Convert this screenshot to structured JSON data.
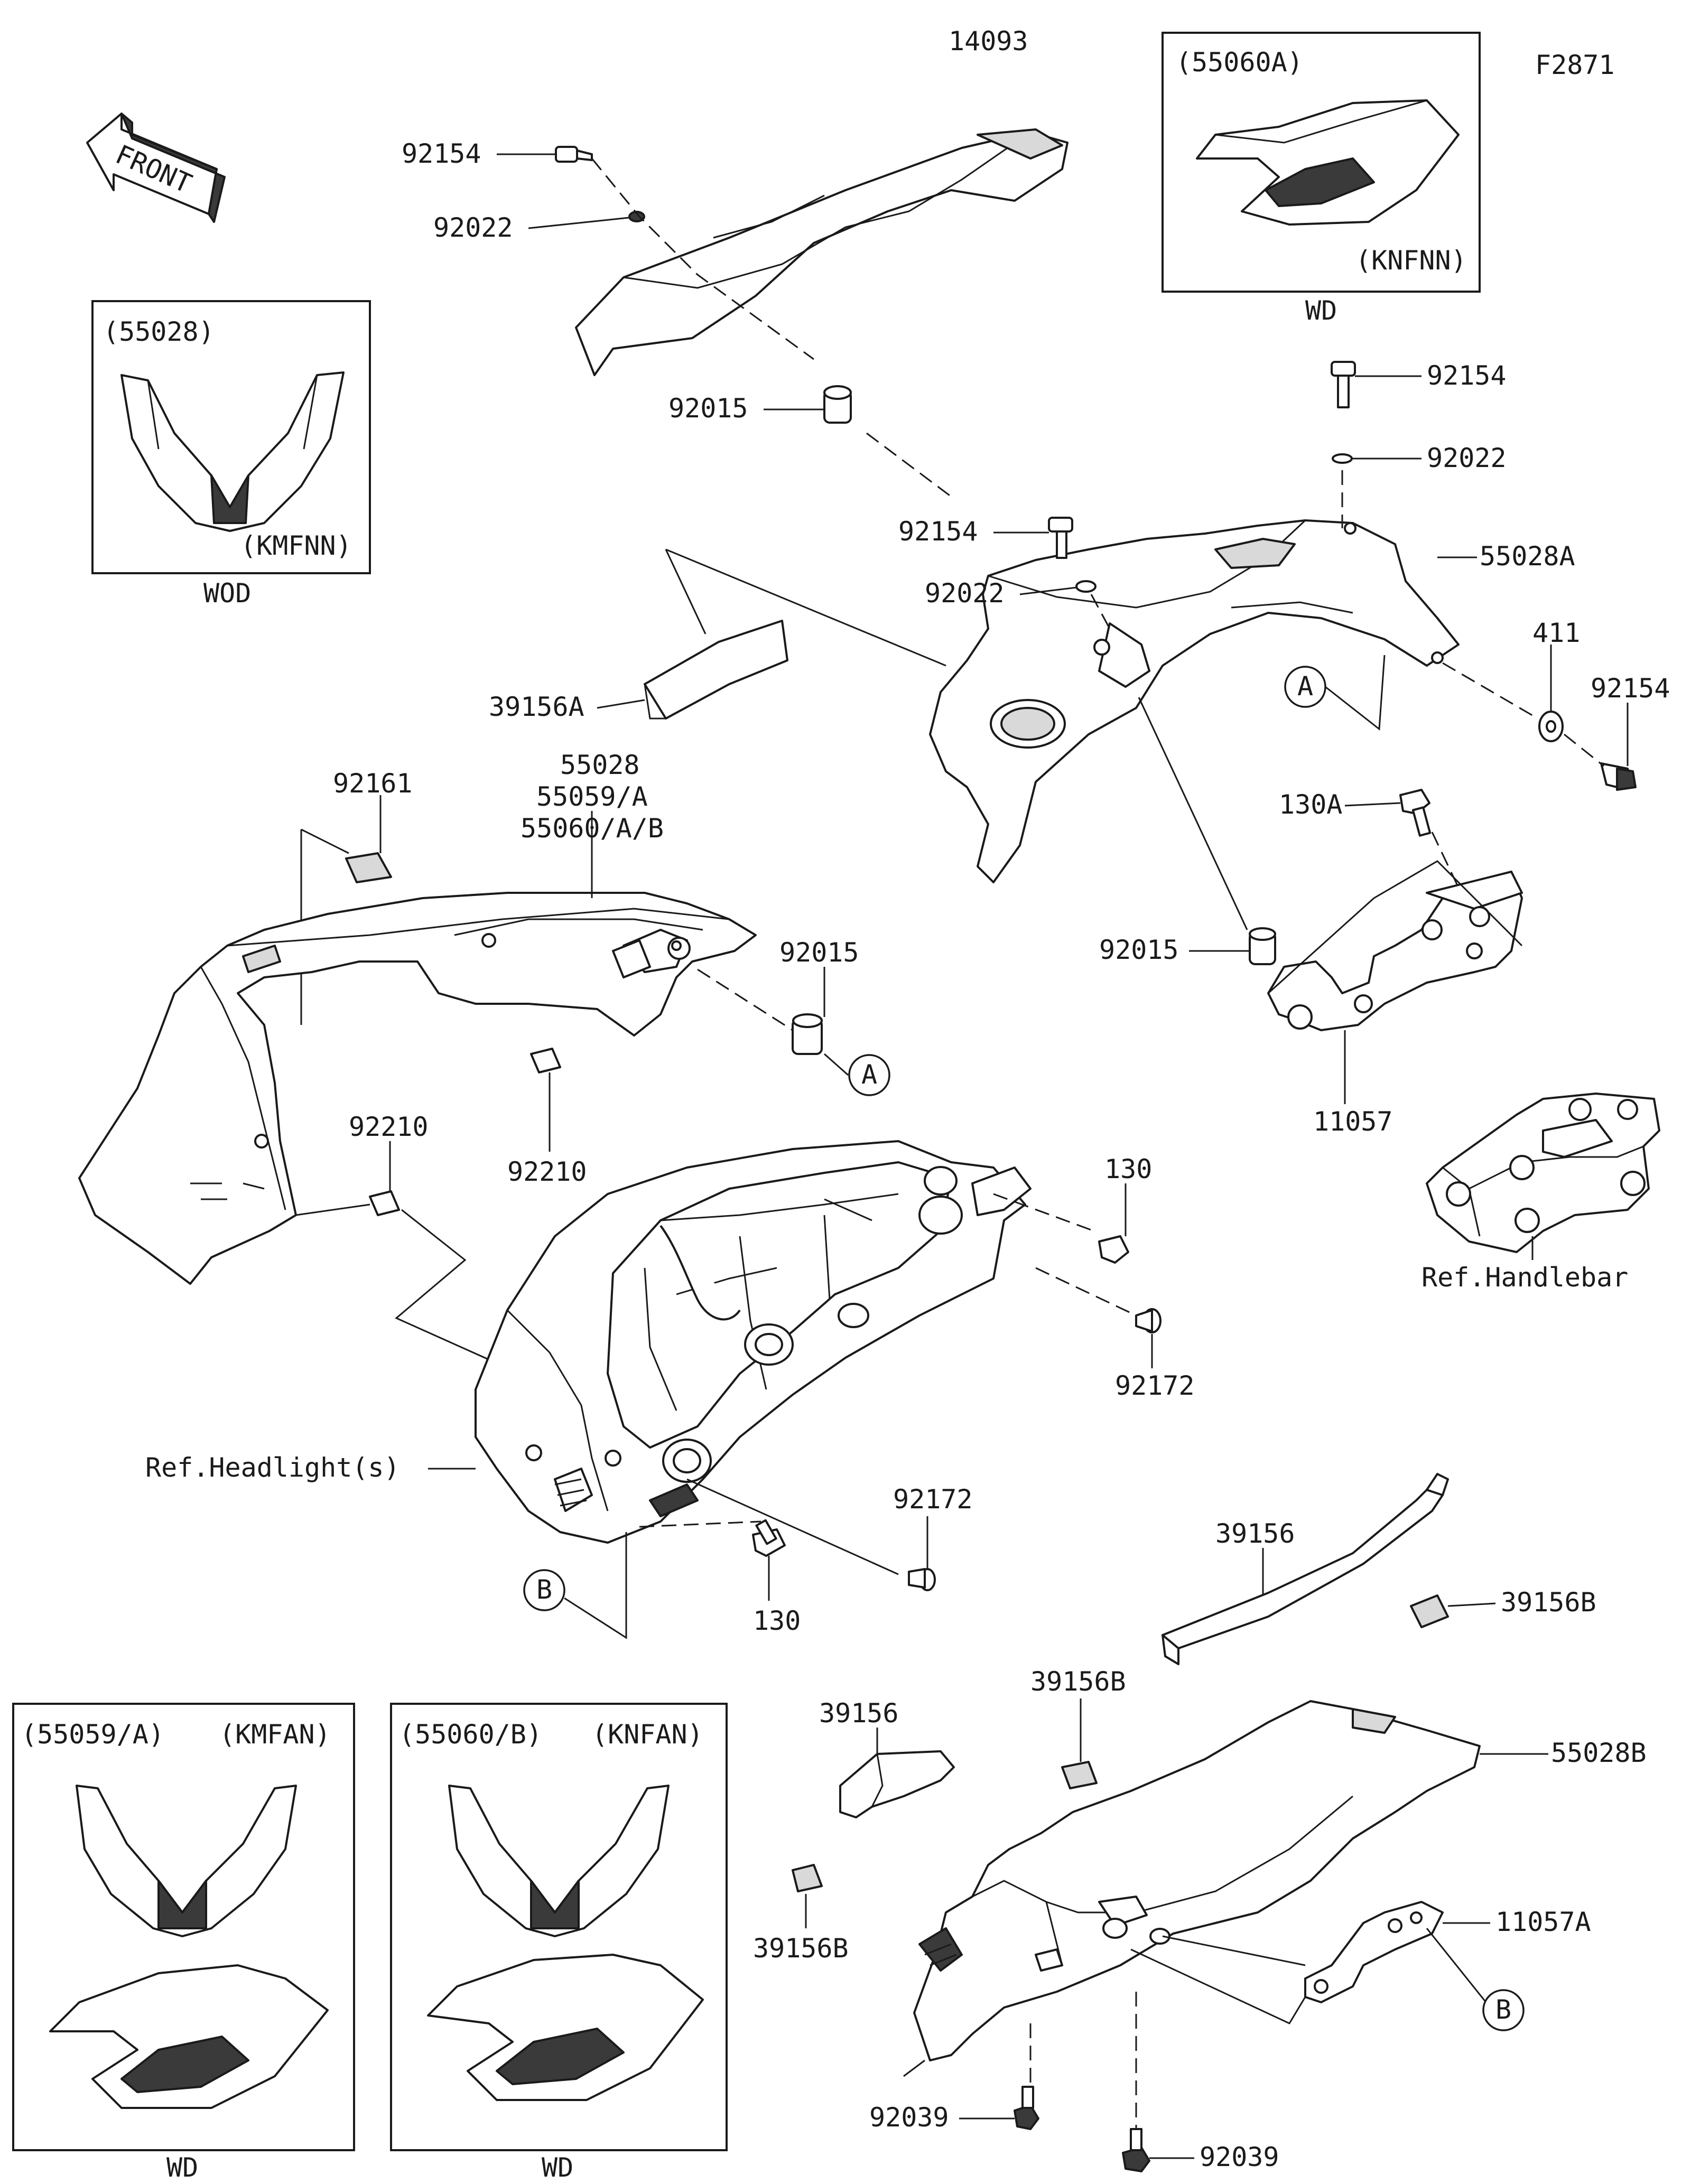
{
  "figure_code": "F2871",
  "front_label": "FRONT",
  "callouts": {
    "c14093": "14093",
    "c92154_top": "92154",
    "c92022_top": "92022",
    "c92015_top": "92015",
    "c92154_r1": "92154",
    "c92022_r1": "92022",
    "c92154_mid": "92154",
    "c92022_mid": "92022",
    "c55028A": "55028A",
    "c411": "411",
    "c92154_r2": "92154",
    "c39156A": "39156A",
    "c92161": "92161",
    "c55028": "55028",
    "c55059A": "55059/A",
    "c55060AB": "55060/A/B",
    "c92015_mid": "92015",
    "c130A": "130A",
    "c92015_r": "92015",
    "c11057": "11057",
    "c92210_l": "92210",
    "c92210_m": "92210",
    "c130_r": "130",
    "c92172_r": "92172",
    "c_handlebar": "Ref.Handlebar",
    "c_headlight": "Ref.Headlight(s)",
    "c92172_b": "92172",
    "c130_b": "130",
    "c39156_r": "39156",
    "c39156B_r": "39156B",
    "c39156B_c": "39156B",
    "c39156_l": "39156",
    "c55028B": "55028B",
    "c39156B_l": "39156B",
    "c11057A": "11057A",
    "c92039_l": "92039",
    "c92039_r": "92039"
  },
  "markers": {
    "a1": "A",
    "a2": "A",
    "b1": "B",
    "b2": "B"
  },
  "insets": {
    "tr": {
      "part": "(55060A)",
      "variant": "(KNFNN)",
      "caption": "WD"
    },
    "tl": {
      "part": "(55028)",
      "variant": "(KMFNN)",
      "caption": "WOD"
    },
    "bl": {
      "part": "(55059/A)",
      "variant": "(KMFAN)",
      "caption": "WD"
    },
    "bm": {
      "part": "(55060/B)",
      "variant": "(KNFAN)",
      "caption": "WD"
    }
  }
}
